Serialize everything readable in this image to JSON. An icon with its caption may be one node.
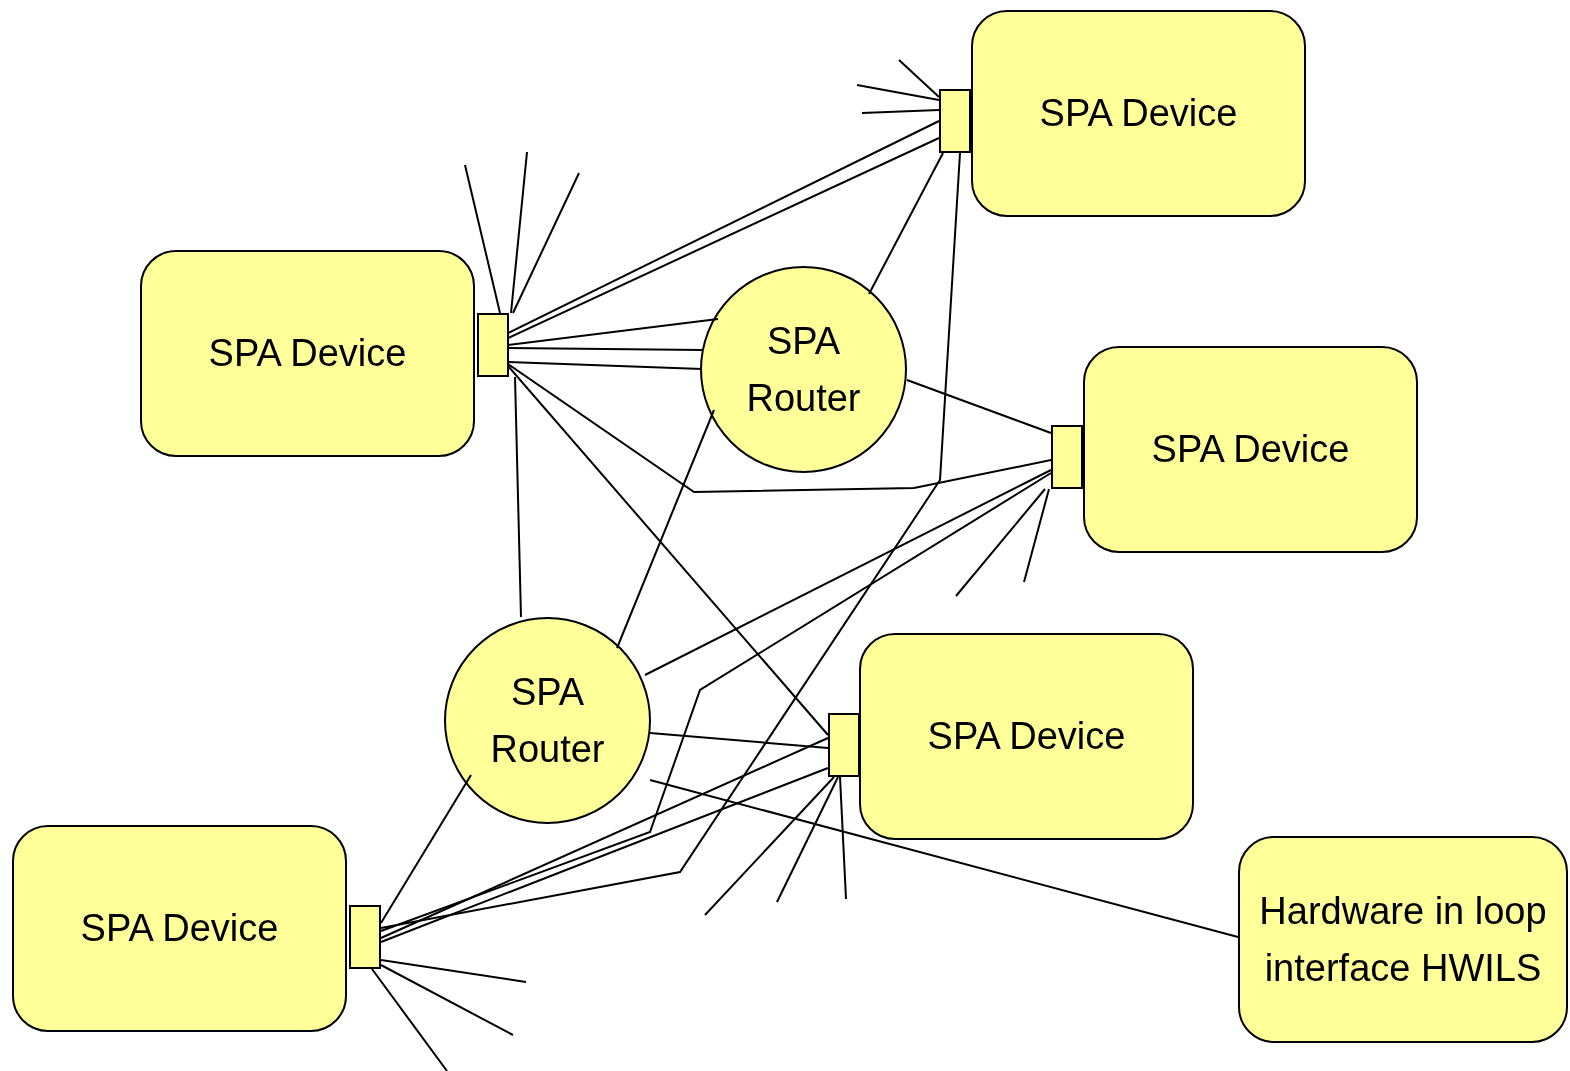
{
  "diagram": {
    "nodes": [
      {
        "text": [
          "SPA Device"
        ]
      },
      {
        "text": [],
        "shape": "box"
      },
      {
        "text": [
          "SPA Device"
        ]
      },
      {
        "text": [],
        "shape": "box"
      },
      {
        "text": [
          "SPA Router"
        ]
      },
      {
        "text": [
          "SPA Device"
        ]
      },
      {
        "text": [],
        "shape": "box"
      },
      {
        "text": [
          "SPA Router"
        ]
      },
      {
        "text": [
          "SPA Device"
        ]
      },
      {
        "text": [],
        "shape": "box"
      },
      {
        "text": [
          "SPA Device"
        ]
      },
      {
        "text": [],
        "shape": "box"
      },
      {
        "text": [
          "Hardware in loop interface HWILS"
        ]
      }
    ],
    "edges": [
      {
        "from": 3,
        "to": 1,
        "arrow": "none"
      },
      {
        "from": 3,
        "to": 1,
        "arrow": "none"
      },
      {
        "from": 3,
        "to": 4,
        "arrow": "none"
      },
      {
        "from": 3,
        "to": 4,
        "arrow": "none"
      },
      {
        "from": 3,
        "to": 4,
        "arrow": "none"
      },
      {
        "from": 3,
        "to": 6,
        "arrow": "none"
      },
      {
        "from": 3,
        "to": 7,
        "arrow": "none"
      },
      {
        "from": 3,
        "to": 9,
        "arrow": "none"
      },
      {
        "from": 3,
        "to": null,
        "arrow": "none"
      },
      {
        "from": 3,
        "to": null,
        "arrow": "none"
      },
      {
        "from": 3,
        "to": null,
        "arrow": "none"
      },
      {
        "from": 1,
        "to": null,
        "arrow": "none"
      },
      {
        "from": 1,
        "to": null,
        "arrow": "none"
      },
      {
        "from": 1,
        "to": null,
        "arrow": "none"
      },
      {
        "from": 1,
        "to": 4,
        "arrow": "none"
      },
      {
        "from": 1,
        "to": 11,
        "arrow": "none"
      },
      {
        "from": 4,
        "to": 6,
        "arrow": "none"
      },
      {
        "from": 4,
        "to": 7,
        "arrow": "none"
      },
      {
        "from": 6,
        "to": 7,
        "arrow": "none"
      },
      {
        "from": 6,
        "to": 11,
        "arrow": "none"
      },
      {
        "from": 6,
        "to": null,
        "arrow": "none"
      },
      {
        "from": 6,
        "to": null,
        "arrow": "none"
      },
      {
        "from": 7,
        "to": 9,
        "arrow": "none"
      },
      {
        "from": 7,
        "to": 12,
        "arrow": "none"
      },
      {
        "from": 11,
        "to": 7,
        "arrow": "none"
      },
      {
        "from": 11,
        "to": 9,
        "arrow": "none"
      },
      {
        "from": 11,
        "to": 9,
        "arrow": "none"
      },
      {
        "from": 9,
        "to": null,
        "arrow": "none"
      },
      {
        "from": 9,
        "to": null,
        "arrow": "none"
      },
      {
        "from": 9,
        "to": null,
        "arrow": "none"
      },
      {
        "from": 11,
        "to": null,
        "arrow": "none"
      },
      {
        "from": 11,
        "to": null,
        "arrow": "none"
      },
      {
        "from": 11,
        "to": null,
        "arrow": "none"
      }
    ]
  }
}
